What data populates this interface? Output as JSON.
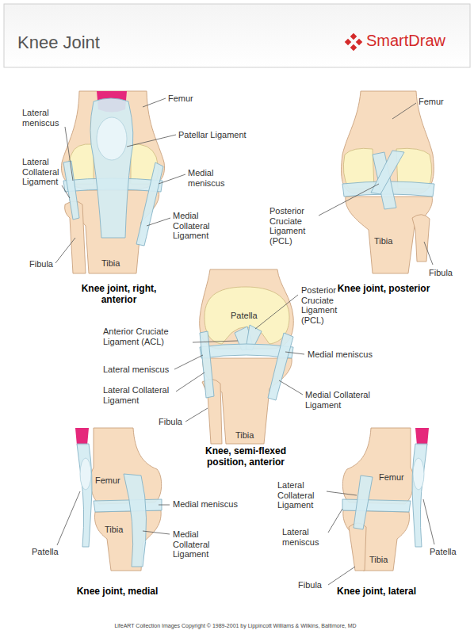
{
  "diagram": {
    "title": "Knee Joint",
    "labels": [
      "SmartDraw",
      "Femur",
      "Lateral meniscus",
      "Patellar Ligament",
      "Lateral Collateral Ligament",
      "Medial meniscus",
      "Medial Collateral Ligament",
      "Fibula",
      "Tibia",
      "Knee joint, right, anterior",
      "Femur",
      "Posterior Cruciate Ligament (PCL)",
      "Tibia",
      "Fibula",
      "Knee joint, posterior",
      "Patella",
      "Posterior Cruciate Ligament (PCL)",
      "Anterior Cruciate Ligament (ACL)",
      "Medial meniscus",
      "Lateral meniscus",
      "Lateral Collateral Ligament",
      "Medial Collateral Ligament",
      "Fibula",
      "Tibia",
      "Knee, semi-flexed position, anterior",
      "Femur",
      "Medial meniscus",
      "Tibia",
      "Patella",
      "Medial Collateral Ligament",
      "Knee joint, medial",
      "Lateral Collateral Ligament",
      "Femur",
      "Patella",
      "Lateral meniscus",
      "Tibia",
      "Fibula",
      "Knee joint, lateral",
      "LifeART Collection Images Copyright © 1989-2001 by Lippincott Williams & Wilkins, Baltimore, MD"
    ]
  }
}
